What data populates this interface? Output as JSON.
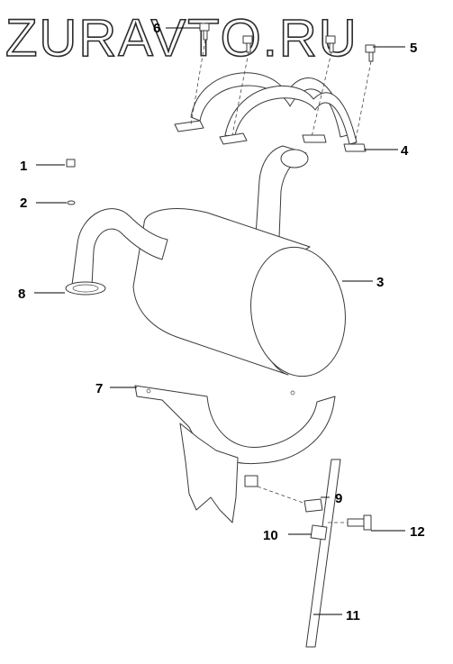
{
  "watermark": "ZURAVTO.RU",
  "corner_mark": "",
  "callouts": {
    "c1": "1",
    "c2": "2",
    "c3": "3",
    "c4": "4",
    "c5": "5",
    "c6": "6",
    "c7": "7",
    "c8": "8",
    "c9": "9",
    "c10": "10",
    "c11": "11",
    "c12": "12"
  }
}
